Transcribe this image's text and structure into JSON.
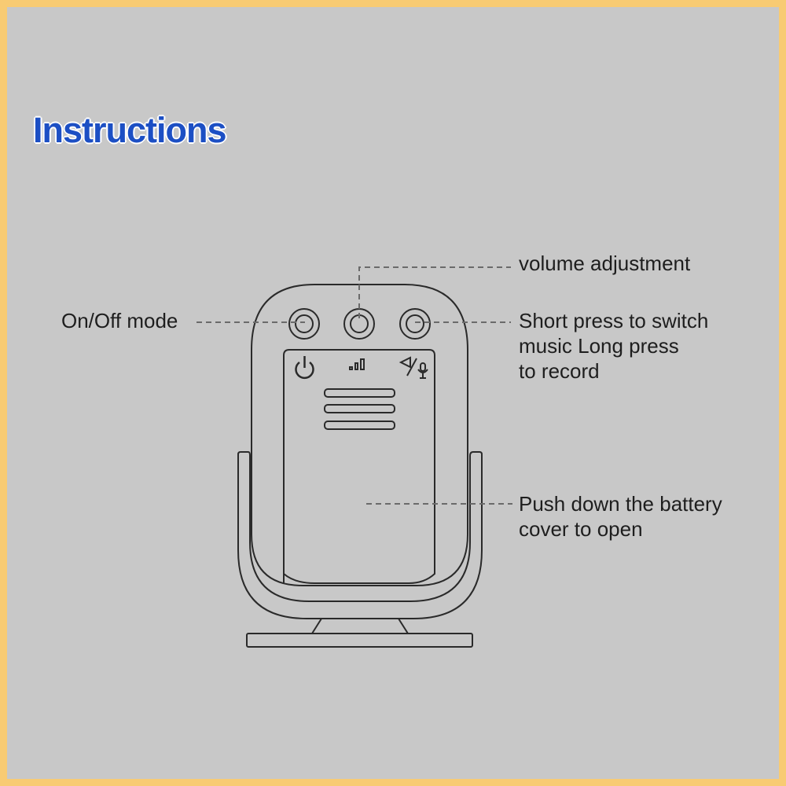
{
  "title": "Instructions",
  "labels": {
    "volume": "volume adjustment",
    "onoff": "On/Off mode",
    "short_press": [
      "Short press to switch",
      "music Long press",
      "to record"
    ],
    "battery": [
      "Push down the battery",
      "cover to open"
    ]
  },
  "icons": [
    "power-icon",
    "signal-bars-icon",
    "speaker-mic-icon"
  ],
  "colors": {
    "border": "#f8cb73",
    "background": "#c8c8c8",
    "title": "#1c4fc4"
  }
}
